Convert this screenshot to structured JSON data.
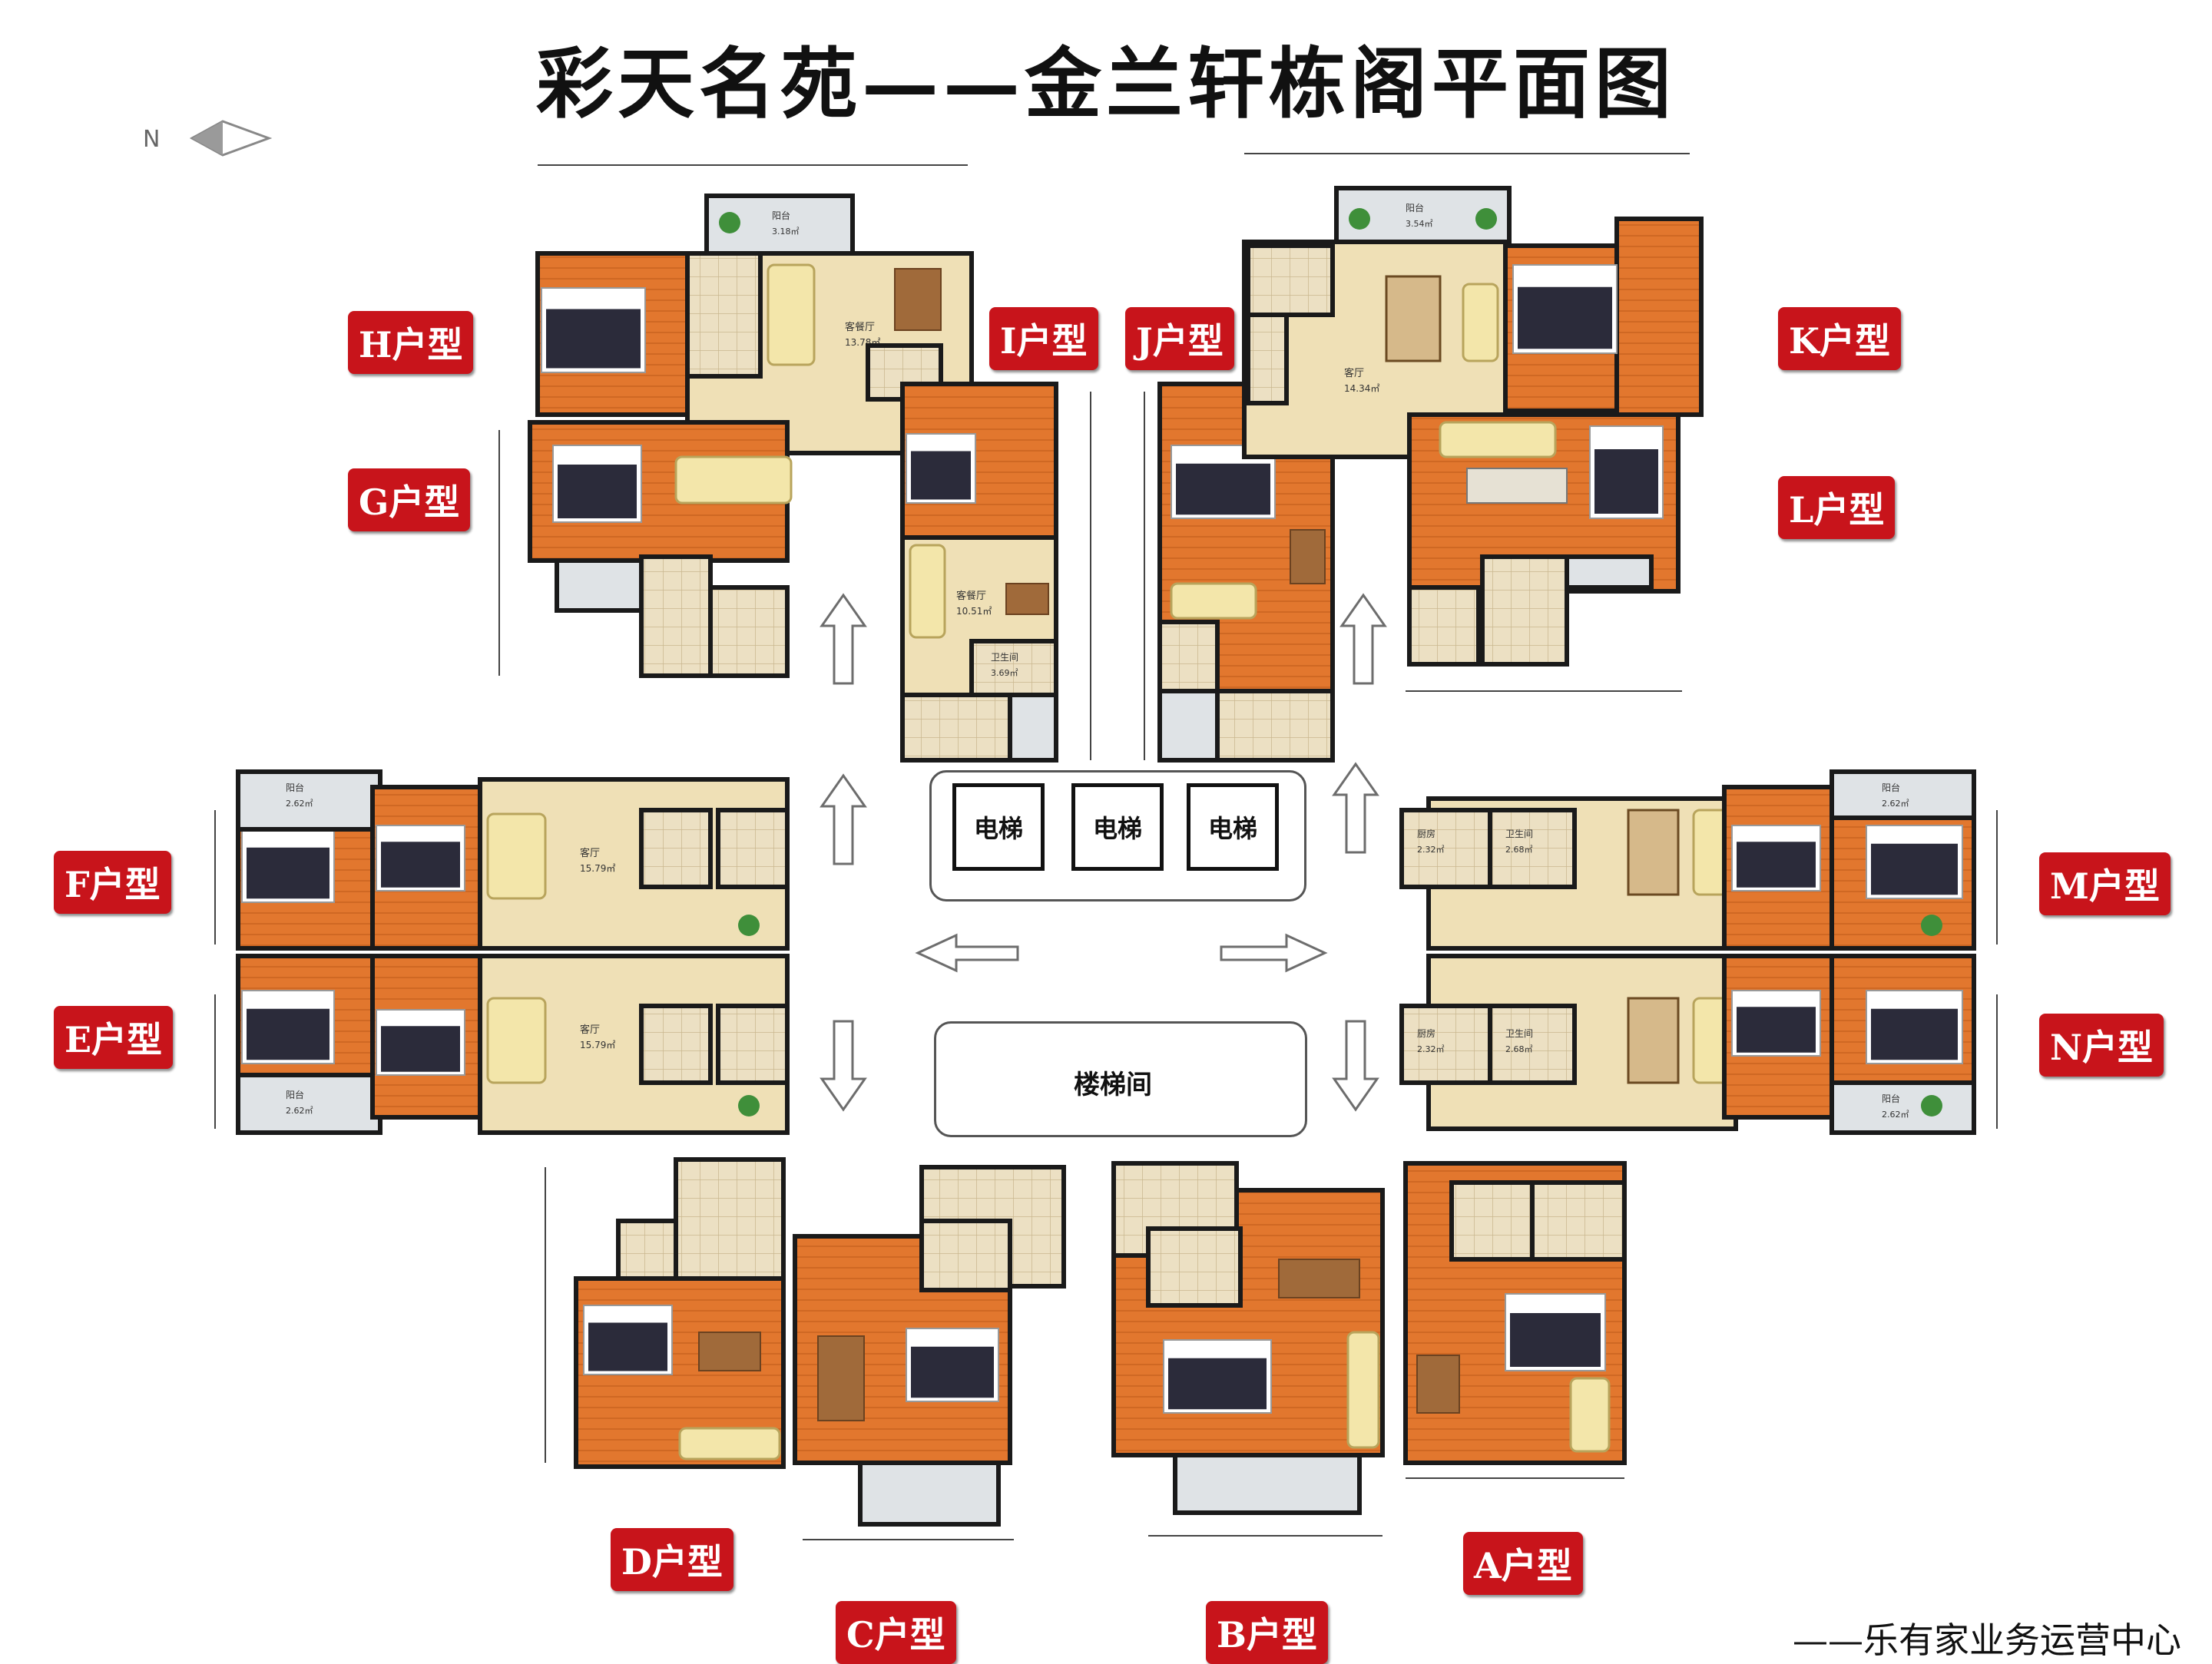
{
  "title": "彩天名苑——金兰轩栋阁平面图",
  "credit": "——乐有家业务运营中心",
  "compass": {
    "letter": "N",
    "icon": "north-arrow-icon"
  },
  "colors": {
    "badge": "#c8141b",
    "floor": "#e2772e",
    "tile": "#e9dcbd",
    "wall": "#1a1a1a",
    "bed": "#2b2b3a",
    "sofa": "#f1e3a6"
  },
  "core": {
    "elevators": [
      "电梯",
      "电梯",
      "电梯"
    ],
    "stairwell": "楼梯间"
  },
  "units": [
    {
      "id": "H",
      "label": "H户型"
    },
    {
      "id": "G",
      "label": "G户型"
    },
    {
      "id": "I",
      "label": "I户型"
    },
    {
      "id": "J",
      "label": "J户型"
    },
    {
      "id": "K",
      "label": "K户型"
    },
    {
      "id": "L",
      "label": "L户型"
    },
    {
      "id": "F",
      "label": "F户型"
    },
    {
      "id": "E",
      "label": "E户型"
    },
    {
      "id": "M",
      "label": "M户型"
    },
    {
      "id": "N",
      "label": "N户型"
    },
    {
      "id": "D",
      "label": "D户型"
    },
    {
      "id": "C",
      "label": "C户型"
    },
    {
      "id": "B",
      "label": "B户型"
    },
    {
      "id": "A",
      "label": "A户型"
    }
  ],
  "room_labels": {
    "balcony": "阳台",
    "balcony_area": "2.62㎡",
    "living": "客厅",
    "living_area": "15.79㎡",
    "living_dining": "客餐厅",
    "living_dining_area": "10.51㎡",
    "bath": "卫生间",
    "bath_area": "2.68㎡",
    "bath_area_i": "3.69㎡",
    "kitchen": "厨房",
    "kitchen_area": "2.32㎡",
    "living_area_j": "14.34㎡",
    "living_dining_area_h": "13.78㎡",
    "balcony_area_j": "3.54㎡",
    "balcony_area_h": "3.18㎡"
  }
}
